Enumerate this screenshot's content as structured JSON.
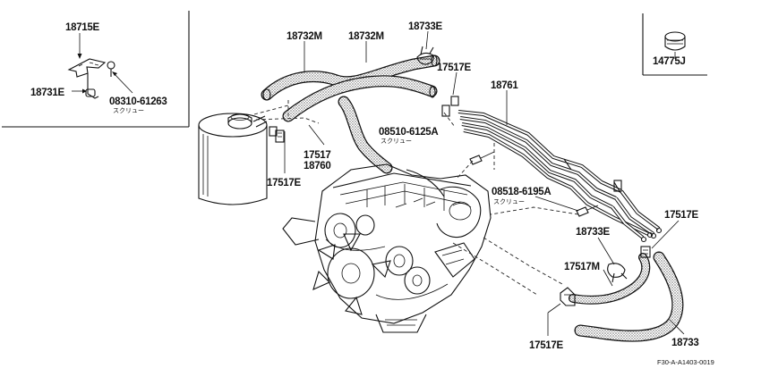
{
  "labels": {
    "p18715E": "18715E",
    "p18731E": "18731E",
    "p08310": "08310-61263",
    "p08310_sub": "スクリュー",
    "p18732M_a": "18732M",
    "p18732M_b": "18732M",
    "p18733E_top": "18733E",
    "p17517E_top": "17517E",
    "p18761": "18761",
    "p08510": "08510-6125A",
    "p08510_sub": "スクリュー",
    "p17517": "17517",
    "p18760": "18760",
    "p17517E_left": "17517E",
    "p08518": "08518-6195A",
    "p08518_sub": "スクリュー",
    "p17517E_right": "17517E",
    "p18733E_mid": "18733E",
    "p17517M": "17517M",
    "p17517E_bottom": "17517E",
    "p18733": "18733",
    "p14775J": "14775J"
  },
  "diagram_code": "F30-A-A1403-0019"
}
